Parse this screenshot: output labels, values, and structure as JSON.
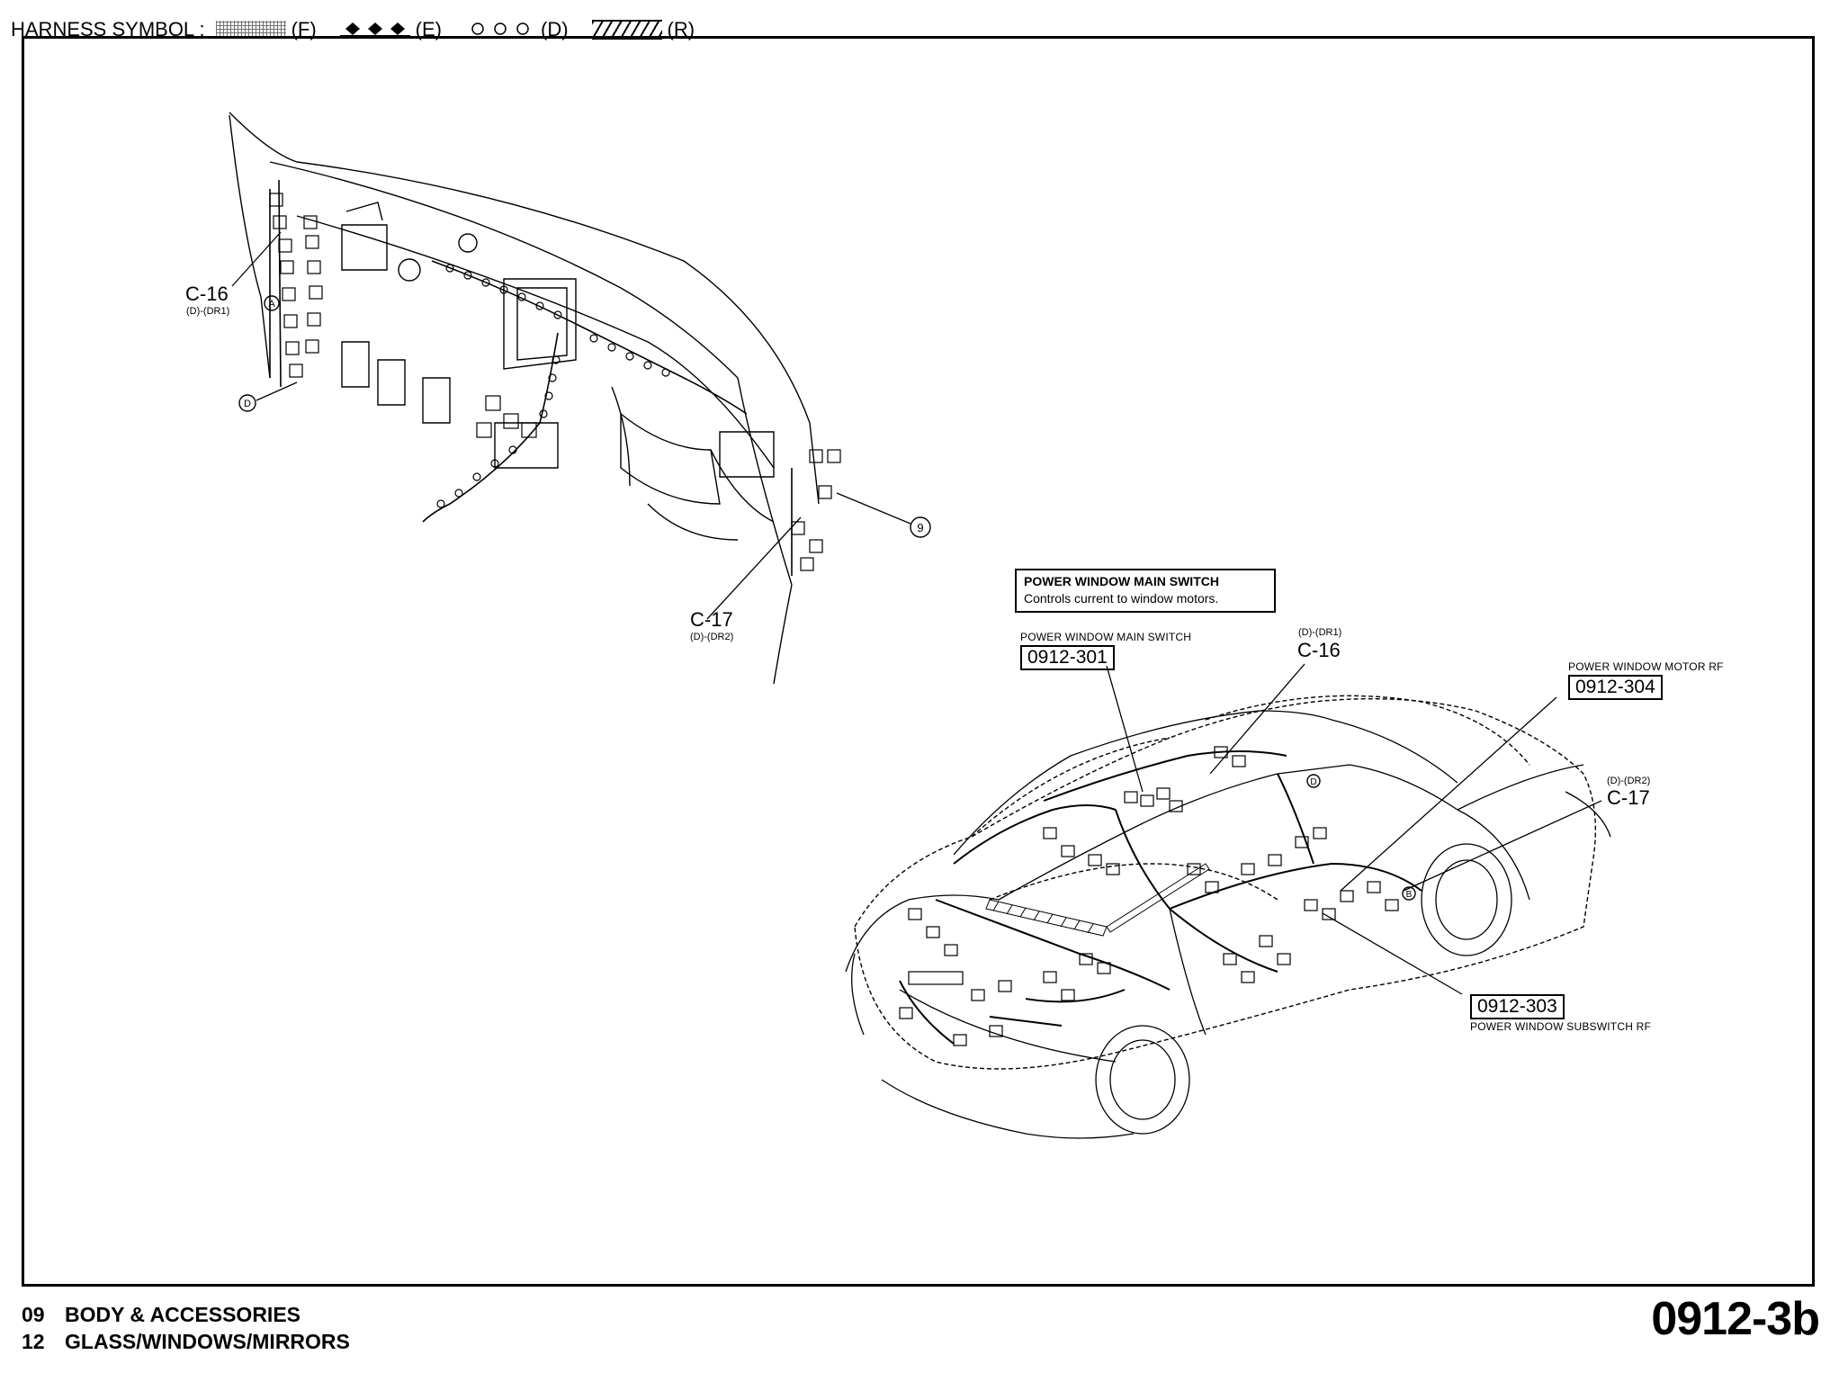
{
  "legend": {
    "title": "HARNESS SYMBOL :",
    "items": [
      {
        "code": "(F)",
        "pattern": "dotted-band"
      },
      {
        "code": "(E)",
        "pattern": "diamonds"
      },
      {
        "code": "(D)",
        "pattern": "circles"
      },
      {
        "code": "(R)",
        "pattern": "hatched"
      }
    ]
  },
  "dash_view": {
    "c16": {
      "tag": "C-16",
      "sub": "(D)-(DR1)"
    },
    "c17": {
      "tag": "C-17",
      "sub": "(D)-(DR2)"
    },
    "markers": {
      "a": "A",
      "d": "D",
      "nine": "9"
    }
  },
  "car_view": {
    "note": {
      "title": "POWER WINDOW MAIN SWITCH",
      "desc": "Controls current to window motors."
    },
    "main_switch": {
      "caption": "POWER WINDOW MAIN SWITCH",
      "ref": "0912-301"
    },
    "c16": {
      "tag": "C-16",
      "sub": "(D)-(DR1)"
    },
    "motor_rf": {
      "caption": "POWER WINDOW MOTOR RF",
      "ref": "0912-304"
    },
    "c17": {
      "tag": "C-17",
      "sub": "(D)-(DR2)"
    },
    "subswitch_rf": {
      "caption": "POWER WINDOW SUBSWITCH RF",
      "ref": "0912-303"
    },
    "markers": {
      "d": "D",
      "b": "B"
    }
  },
  "footer": {
    "line1_num": "09",
    "line1_text": "BODY & ACCESSORIES",
    "line2_num": "12",
    "line2_text": "GLASS/WINDOWS/MIRRORS",
    "page_id": "0912-3b"
  }
}
